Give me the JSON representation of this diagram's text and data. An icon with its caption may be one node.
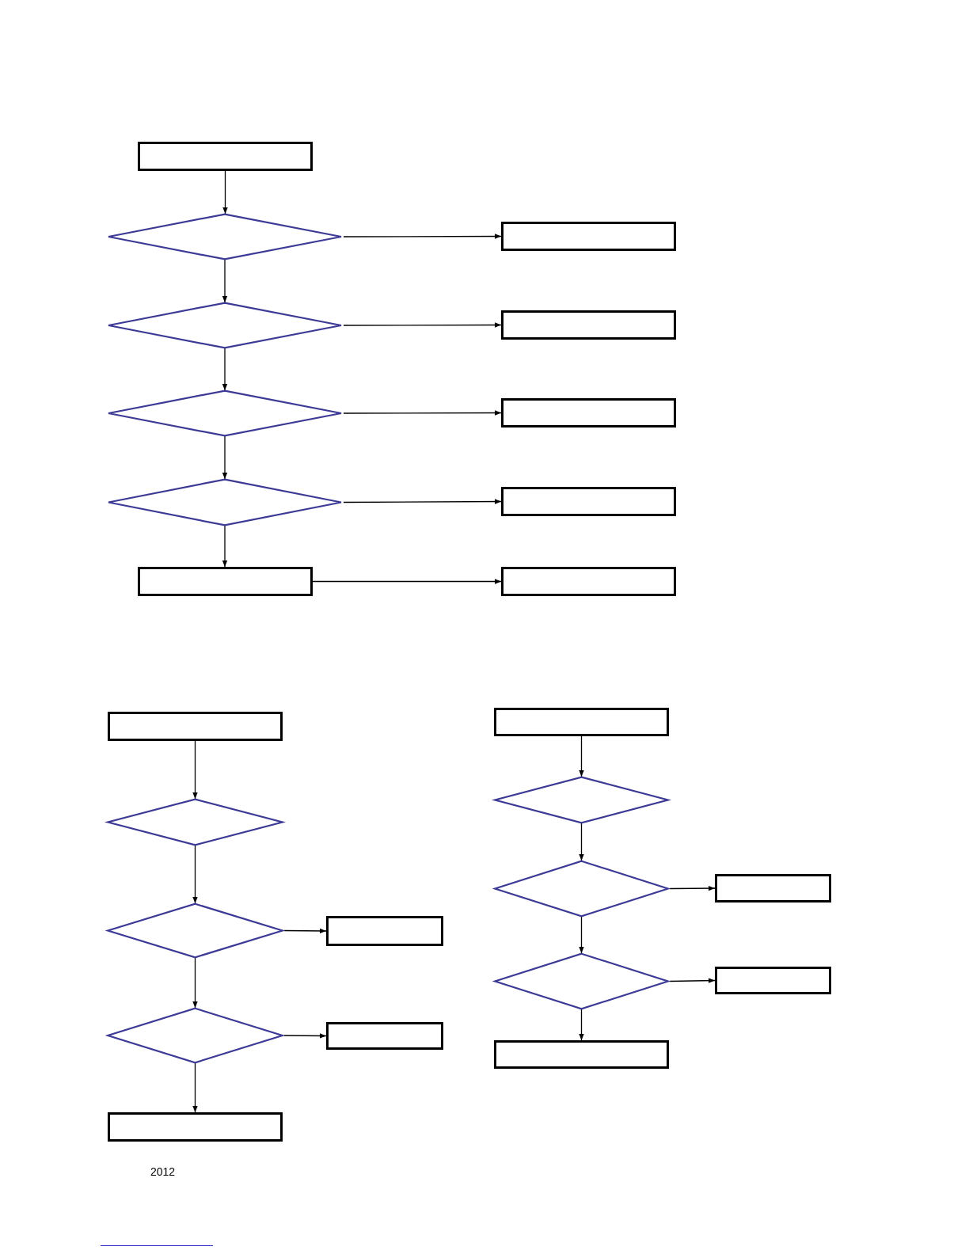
{
  "diagram": {
    "nodes": [
      {
        "text": [],
        "shape": "box"
      },
      {
        "text": [],
        "shape": "diamond"
      },
      {
        "text": [],
        "shape": "box"
      },
      {
        "text": [],
        "shape": "diamond"
      },
      {
        "text": [],
        "shape": "box"
      },
      {
        "text": [],
        "shape": "diamond"
      },
      {
        "text": [],
        "shape": "box"
      },
      {
        "text": [],
        "shape": "diamond"
      },
      {
        "text": [],
        "shape": "box"
      },
      {
        "text": [],
        "shape": "box"
      },
      {
        "text": [],
        "shape": "box"
      },
      {
        "text": [],
        "shape": "box"
      },
      {
        "text": [],
        "shape": "diamond"
      },
      {
        "text": [],
        "shape": "diamond"
      },
      {
        "text": [],
        "shape": "box"
      },
      {
        "text": [],
        "shape": "diamond"
      },
      {
        "text": [],
        "shape": "box"
      },
      {
        "text": [],
        "shape": "box"
      },
      {
        "text": [],
        "shape": "box"
      },
      {
        "text": [],
        "shape": "diamond"
      },
      {
        "text": [],
        "shape": "diamond"
      },
      {
        "text": [],
        "shape": "box"
      },
      {
        "text": [],
        "shape": "diamond"
      },
      {
        "text": [],
        "shape": "box"
      },
      {
        "text": [],
        "shape": "box"
      }
    ],
    "edges": [
      {
        "from": 0,
        "to": 1,
        "arrow": "to"
      },
      {
        "from": 1,
        "to": 2,
        "arrow": "to"
      },
      {
        "from": 1,
        "to": 3,
        "arrow": "to"
      },
      {
        "from": 3,
        "to": 4,
        "arrow": "to"
      },
      {
        "from": 3,
        "to": 5,
        "arrow": "to"
      },
      {
        "from": 5,
        "to": 6,
        "arrow": "to"
      },
      {
        "from": 5,
        "to": 7,
        "arrow": "to"
      },
      {
        "from": 7,
        "to": 8,
        "arrow": "to"
      },
      {
        "from": 7,
        "to": 9,
        "arrow": "to"
      },
      {
        "from": 9,
        "to": 10,
        "arrow": "to"
      },
      {
        "from": 11,
        "to": 12,
        "arrow": "to"
      },
      {
        "from": 12,
        "to": 13,
        "arrow": "to"
      },
      {
        "from": 13,
        "to": 14,
        "arrow": "to"
      },
      {
        "from": 13,
        "to": 15,
        "arrow": "to"
      },
      {
        "from": 15,
        "to": 16,
        "arrow": "to"
      },
      {
        "from": 15,
        "to": 17,
        "arrow": "to"
      },
      {
        "from": 18,
        "to": 19,
        "arrow": "to"
      },
      {
        "from": 19,
        "to": 20,
        "arrow": "to"
      },
      {
        "from": 20,
        "to": 21,
        "arrow": "to"
      },
      {
        "from": 20,
        "to": 22,
        "arrow": "to"
      },
      {
        "from": 22,
        "to": 23,
        "arrow": "to"
      },
      {
        "from": 22,
        "to": 24,
        "arrow": "to"
      }
    ],
    "labels": [
      "2012"
    ]
  }
}
